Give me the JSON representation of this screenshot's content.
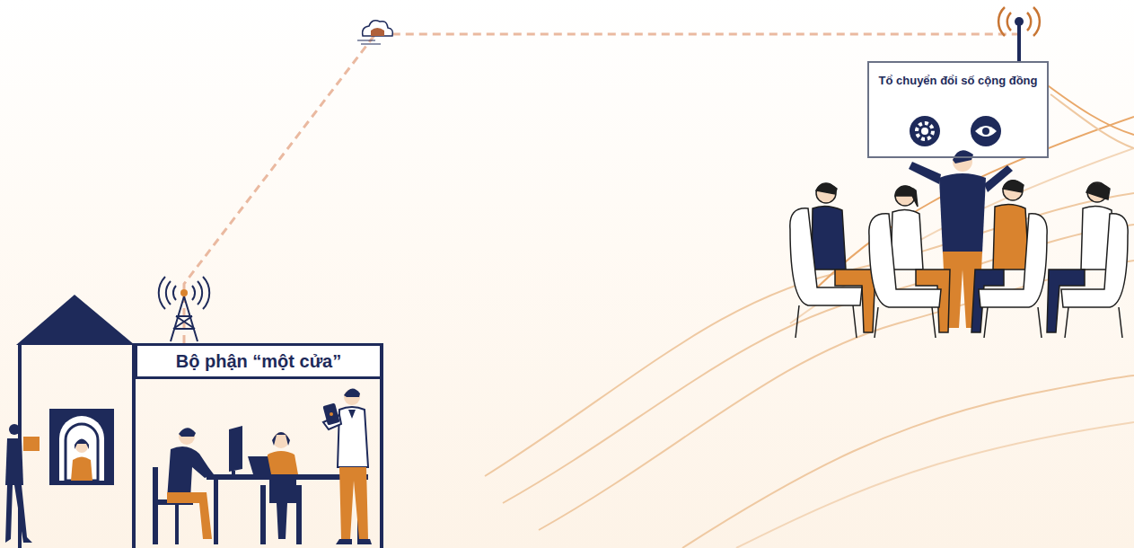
{
  "diagram": {
    "nodes": [
      {
        "text": [
          "Bộ phận “một cửa”"
        ]
      },
      {
        "text": [
          "Tổ chuyển đổi số cộng đồng"
        ]
      }
    ],
    "edges": [
      {
        "from": 0,
        "to": 1,
        "arrow": "none"
      }
    ]
  }
}
